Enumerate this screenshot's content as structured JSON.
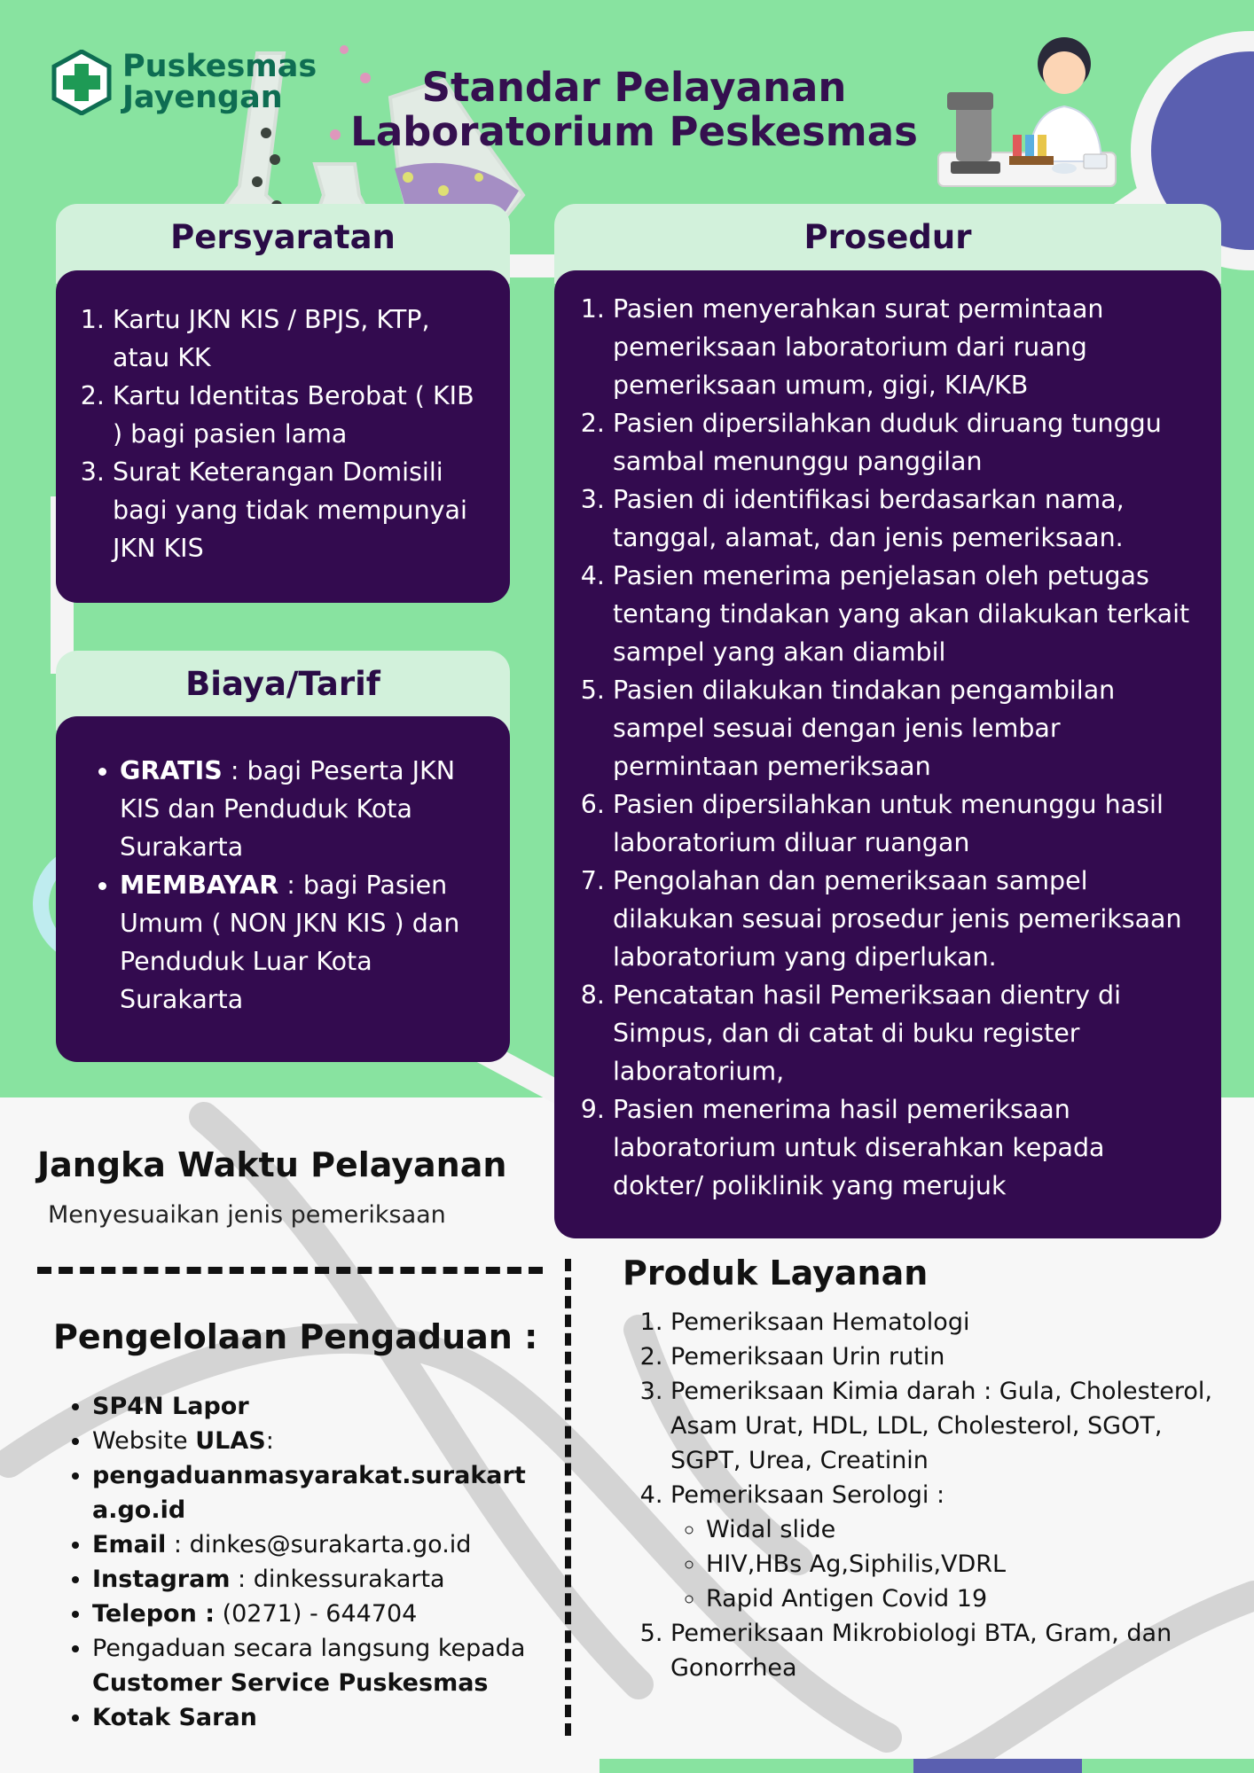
{
  "colors": {
    "green_bg": "#88e3a0",
    "mint_tab": "#d2f1db",
    "panel_purple": "#330b4f",
    "title_purple": "#35104f",
    "brand_green": "#0e6d52",
    "accent_blue": "#5a5fb0"
  },
  "brand": {
    "icon": "cross-logo-icon",
    "line1": "Puskesmas",
    "line2": "Jayengan"
  },
  "title": {
    "line1": "Standar Pelayanan",
    "line2": "Laboratorium Peskesmas"
  },
  "illustration": {
    "icon": "lab-scientist-icon"
  },
  "persyaratan": {
    "heading": "Persyaratan",
    "items": [
      "Kartu JKN KIS / BPJS, KTP, atau KK",
      "Kartu Identitas Berobat ( KIB ) bagi pasien lama",
      "Surat Keterangan Domisili bagi yang tidak mempunyai JKN KIS"
    ]
  },
  "biaya": {
    "heading": "Biaya/Tarif",
    "items": [
      {
        "strong": "GRATIS",
        "text": " : bagi Peserta JKN KIS dan Penduduk Kota Surakarta"
      },
      {
        "strong": "MEMBAYAR",
        "text": " : bagi Pasien Umum ( NON JKN KIS ) dan Penduduk Luar Kota Surakarta"
      }
    ]
  },
  "prosedur": {
    "heading": "Prosedur",
    "items": [
      "Pasien menyerahkan surat permintaan pemeriksaan laboratorium dari ruang pemeriksaan umum, gigi, KIA/KB",
      "Pasien dipersilahkan duduk diruang tunggu sambal menunggu panggilan",
      "Pasien di identifikasi berdasarkan nama, tanggal, alamat, dan jenis pemeriksaan.",
      "Pasien menerima penjelasan oleh petugas tentang tindakan yang akan dilakukan terkait sampel yang akan diambil",
      "Pasien dilakukan tindakan pengambilan sampel sesuai dengan jenis lembar permintaan pemeriksaan",
      "Pasien dipersilahkan untuk menunggu hasil laboratorium diluar ruangan",
      "Pengolahan dan pemeriksaan sampel dilakukan sesuai prosedur jenis pemeriksaan laboratorium yang diperlukan.",
      "Pencatatan hasil Pemeriksaan dientry di Simpus, dan di catat di buku register laboratorium,",
      "Pasien menerima hasil pemeriksaan laboratorium untuk diserahkan kepada dokter/ poliklinik yang merujuk"
    ]
  },
  "jangka": {
    "heading": "Jangka Waktu Pelayanan",
    "text": "Menyesuaikan jenis pemeriksaan"
  },
  "pengaduan": {
    "heading": "Pengelolaan Pengaduan :",
    "sp4n": "SP4N Lapor",
    "website_prefix": "Website ",
    "website_bold": "ULAS",
    "website_suffix": ":",
    "website_url": "pengaduanmasyarakat.surakarta.go.id",
    "email_label": "Email",
    "email_value": " : dinkes@surakarta.go.id",
    "instagram_label": "Instagram",
    "instagram_value": " : dinkessurakarta",
    "telepon_label": "Telepon :",
    "telepon_value": " (0271) - 644704",
    "langsung_text": "Pengaduan secara langsung kepada ",
    "langsung_bold": "Customer Service Puskesmas",
    "kotak": "Kotak Saran"
  },
  "produk": {
    "heading": "Produk Layanan",
    "item1": "Pemeriksaan Hematologi",
    "item2": "Pemeriksaan Urin rutin",
    "item3": "Pemeriksaan Kimia darah : Gula, Cholesterol, Asam Urat, HDL, LDL, Cholesterol, SGOT, SGPT, Urea, Creatinin",
    "item4": "Pemeriksaan Serologi :",
    "serologi": [
      "Widal slide",
      "HIV,HBs Ag,Siphilis,VDRL",
      "Rapid Antigen Covid 19"
    ],
    "item5": "Pemeriksaan Mikrobiologi BTA, Gram, dan Gonorrhea"
  }
}
